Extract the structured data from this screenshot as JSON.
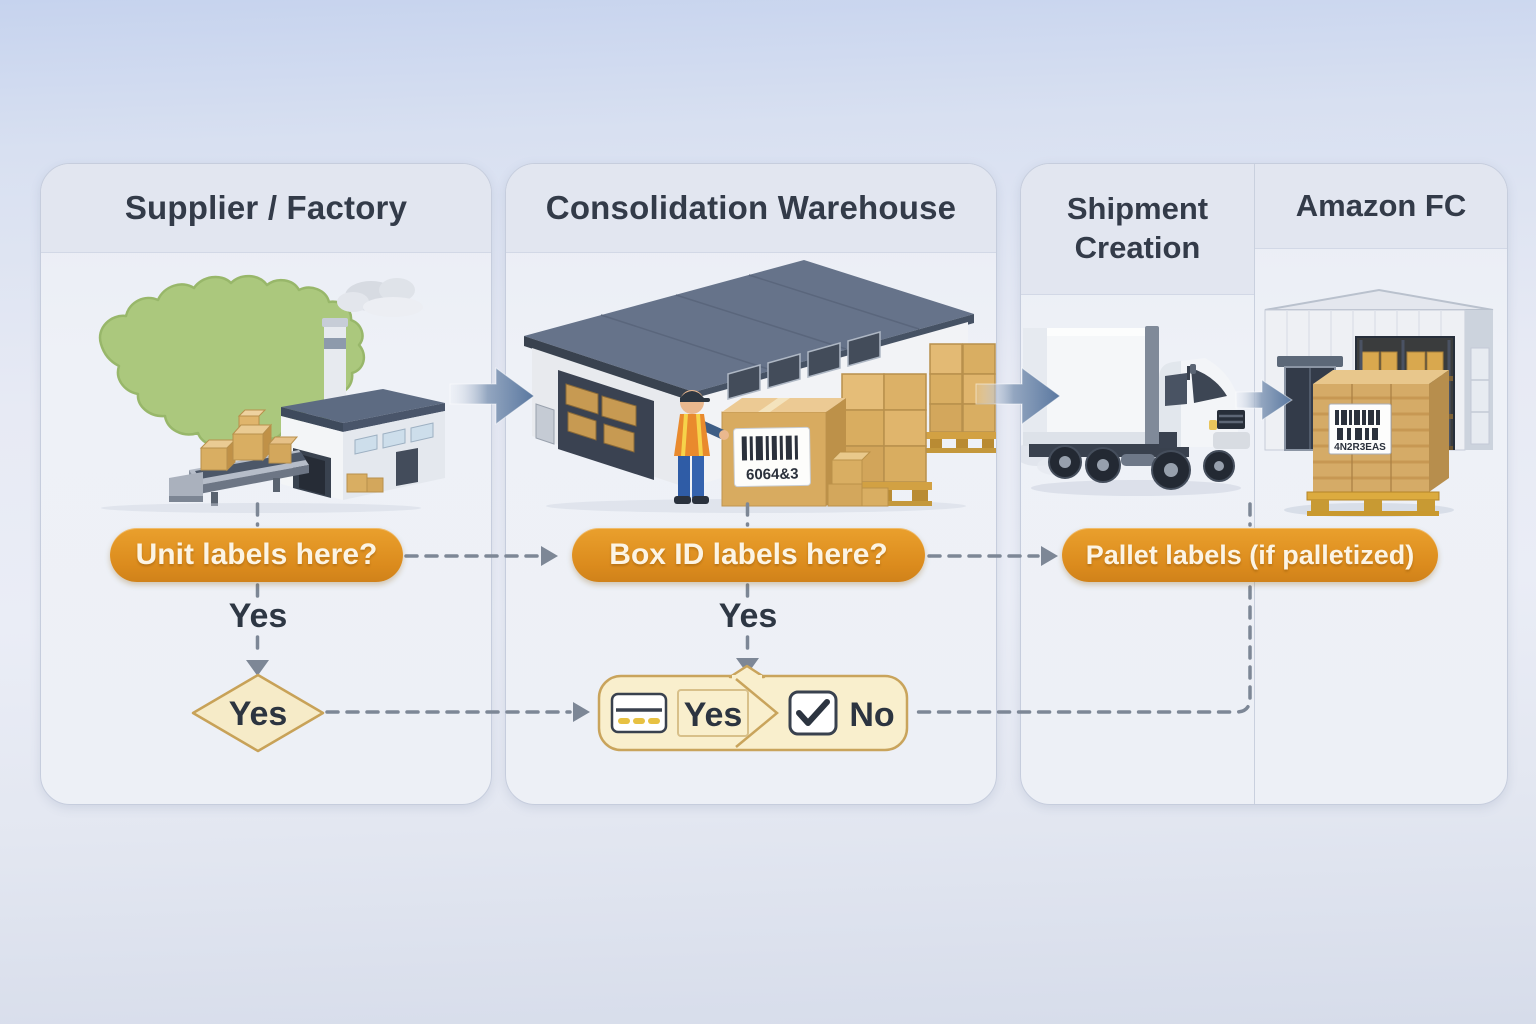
{
  "panels": {
    "supplier": {
      "title": "Supplier / Factory"
    },
    "consolidation": {
      "title": "Consolidation Warehouse"
    },
    "shipment": {
      "title": "Shipment Creation"
    },
    "amazon_fc": {
      "title": "Amazon FC"
    }
  },
  "badges": {
    "unit": "Unit labels here?",
    "box": "Box ID labels here?",
    "pallet": "Pallet labels (if palletized)"
  },
  "flow": {
    "yes_label_1": "Yes",
    "diamond_yes": "Yes",
    "yes_label_2": "Yes",
    "decision_yes": "Yes",
    "decision_no": "No"
  },
  "illustrations": {
    "box_label_text": "6064&3",
    "pallet_label_text": "4N2R3EAS"
  },
  "colors": {
    "badge_orange": "#DB8B1D",
    "cream_fill": "#F8EECB",
    "cream_border": "#C9A45C",
    "dash_gray": "#7D8796",
    "arrow_blue": "#5A78A0",
    "header_text": "#333B49",
    "map_green": "#ABC87D"
  }
}
